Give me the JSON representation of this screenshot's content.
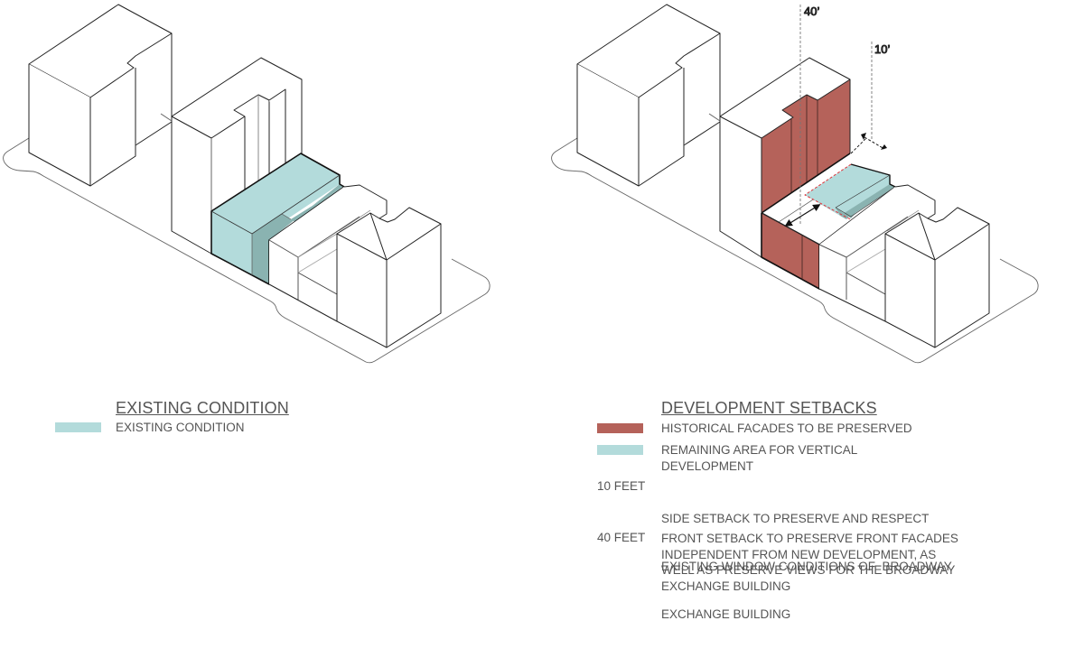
{
  "colors": {
    "existing_teal": "#b3dbdb",
    "existing_teal_dark": "#8ab3b1",
    "historical_red": "#b5625a",
    "setback_outline_red": "#e0363c",
    "line": "#222222",
    "text": "#555555"
  },
  "left_diagram": {
    "name": "existing-condition-diagram"
  },
  "right_diagram": {
    "name": "development-setbacks-diagram",
    "dimension_labels": {
      "front_setback": "40’",
      "side_setback": "10’"
    }
  },
  "legend_left": {
    "title": "EXISTING CONDITION",
    "items": [
      {
        "swatch": "teal",
        "label": "EXISTING CONDITION"
      }
    ]
  },
  "legend_right": {
    "title": "DEVELOPMENT SETBACKS",
    "items": [
      {
        "swatch": "red",
        "label": "HISTORICAL FACADES TO BE PRESERVED"
      },
      {
        "swatch": "teal",
        "label_lines": [
          "REMAINING AREA FOR VERTICAL",
          "DEVELOPMENT"
        ]
      },
      {
        "key": "10 FEET",
        "label_lines": [
          "SIDE SETBACK TO PRESERVE AND RESPECT",
          "EXISTING WINDOW CONDITIONS OF  BROADWAY",
          "EXCHANGE BUILDING"
        ]
      },
      {
        "key": "40 FEET",
        "label_lines": [
          "FRONT SETBACK TO PRESERVE FRONT FACADES",
          "INDEPENDENT FROM NEW DEVELOPMENT, AS",
          "WELL AS PRESERVE VIEWS FOR THE BROADWAY",
          "EXCHANGE BUILDING"
        ]
      }
    ]
  }
}
